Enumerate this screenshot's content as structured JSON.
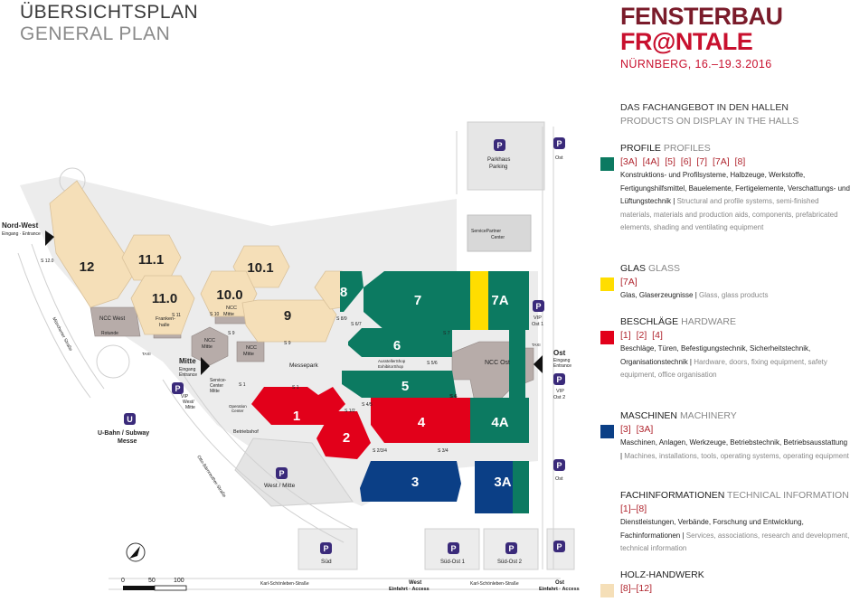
{
  "header": {
    "title_de": "ÜBERSICHTSPLAN",
    "title_en": "GENERAL PLAN"
  },
  "brand": {
    "line1": "FENSTERBAU",
    "line2": "FR@NTALE",
    "subline": "NÜRNBERG, 16.–19.3.2016"
  },
  "legend": {
    "heading_de": "DAS FACHANGEBOT IN DEN HALLEN",
    "heading_en": "PRODUCTS ON DISPLAY IN THE HALLS",
    "categories": [
      {
        "title_de": "PROFILE",
        "title_en": "PROFILES",
        "halls": "[3A] [4A] [5] [6] [7] [7A] [8]",
        "color": "#0c7a61",
        "desc_de": "Konstruktions- und Profilsysteme, Halbzeuge, Werkstoffe, Fertigungshilfsmittel, Bauelemente, Fertigelemente, Verschattungs- und Lüftungstechnik |",
        "desc_en": " Structural and profile systems, semi-finished materials, materials and production aids, components, prefabricated elements, shading and ventilating equipment"
      },
      {
        "title_de": "GLAS",
        "title_en": "GLASS",
        "halls": "[7A]",
        "color": "#ffdd00",
        "desc_de": "Glas, Glaserzeugnisse |",
        "desc_en": " Glass, glass products"
      },
      {
        "title_de": "BESCHLÄGE",
        "title_en": "HARDWARE",
        "halls": "[1] [2] [4]",
        "color": "#e2001a",
        "desc_de": "Beschläge, Türen, Befestigungstechnik, Sicherheitstechnik, Organisationstechnik |",
        "desc_en": " Hardware, doors, fixing equipment, safety equipment, office organisation"
      },
      {
        "title_de": "MASCHINEN",
        "title_en": "MACHINERY",
        "halls": "[3] [3A]",
        "color": "#0b3f86",
        "desc_de": "Maschinen, Anlagen, Werkzeuge, Betriebstechnik, Betriebsausstattung |",
        "desc_en": " Machines, installations, tools, operating systems, operating equipment"
      },
      {
        "title_de": "FACHINFORMATIONEN",
        "title_en": "TECHNICAL INFORMATION",
        "halls": "[1]–[8]",
        "color": "",
        "desc_de": "Dienstleistungen, Verbände, Forschung und Entwicklung, Fachinformationen |",
        "desc_en": " Services, associations, research and development, technical information"
      },
      {
        "title_de": "HOLZ-HANDWERK",
        "title_en": "",
        "halls": "[8]–[12]",
        "color": "#f5dfb8",
        "desc_de": "",
        "desc_en": ""
      }
    ]
  },
  "colors": {
    "green": "#0c7a61",
    "yellow": "#ffdd00",
    "red": "#e2001a",
    "blue": "#0b3f86",
    "beige": "#f5dfb8",
    "grey_building": "#b7aca9",
    "grey_area": "#e6e6e6",
    "parking_icon": "#3a2a7a"
  },
  "map": {
    "halls": {
      "h1": "1",
      "h2": "2",
      "h3": "3",
      "h3a": "3A",
      "h4": "4",
      "h4a": "4A",
      "h5": "5",
      "h6": "6",
      "h7": "7",
      "h7a": "7A",
      "h8": "8",
      "h9": "9",
      "h10": "10.0",
      "h101": "10.1",
      "h11": "11.0",
      "h111": "11.1",
      "h12": "12"
    },
    "labels": {
      "nord_west": "Nord-West",
      "nord_west_sub": "Eingang · Entrance",
      "mitte": "Mitte",
      "mitte_sub1": "Eingang",
      "mitte_sub2": "Entrance",
      "ost": "Ost",
      "ost_sub1": "Eingang",
      "ost_sub2": "Entrance",
      "ncc_west": "NCC West",
      "rotunde": "Rotunde",
      "franken1": "Franken-",
      "franken2": "halle",
      "ncc_mitte_a1": "NCC",
      "ncc_mitte_a2": "Mitte",
      "ncc_mitte_b1": "NCC",
      "ncc_mitte_b2": "Mitte",
      "ncc_mitte_c1": "NCC",
      "ncc_mitte_c2": "Mitte",
      "ncc_ost": "NCC Ost",
      "service1": "Service-",
      "service2": "Center",
      "service3": "Mitte",
      "operation1": "Operation",
      "operation2": "Center",
      "betriebshof": "Betriebshof",
      "messepark": "Messepark",
      "aussteller1": "AusstellerShop",
      "aussteller2": "ExhibitorShop",
      "taxi1": "TAXI",
      "taxi2": "TAXI",
      "parkhaus1": "Parkhaus",
      "parkhaus2": "Parking",
      "servicepartner1": "ServicePartner",
      "servicepartner2": "Center",
      "vip_ost1_a": "VIP",
      "vip_ost1_b": "Ost 1",
      "vip_ost2_a": "VIP",
      "vip_ost2_b": "Ost 2",
      "vip_west_a": "VIP",
      "vip_west_b": "West/",
      "vip_west_c": "Mitte",
      "west_mitte": "West / Mitte",
      "sued": "Süd",
      "sued_ost1": "Süd-Ost 1",
      "sued_ost2": "Süd-Ost 2",
      "ost_p1": "Ost",
      "ost_p2": "Ost",
      "ubahn1": "U-Bahn / Subway",
      "ubahn2": "Messe",
      "muenchener": "Münchener Straße",
      "otto": "Otto-Bärnreuther-Straße",
      "karl1": "Karl-Schönleben-Straße",
      "karl2": "Karl-Schönleben-Straße",
      "west_einfahrt1": "West",
      "west_einfahrt2": "Einfahrt · Access",
      "ost_einfahrt1": "Ost",
      "ost_einfahrt2": "Einfahrt · Access",
      "p": "P",
      "u": "U"
    },
    "passages": {
      "s12": "S 12.0",
      "s11": "S 11",
      "s10": "S 10",
      "s9": "S 9",
      "s9b": "S 9",
      "s89": "S 8/9",
      "s67": "S 6/7",
      "s7": "S 7",
      "s56": "S 5/6",
      "s5": "S 5",
      "s4": "S 4",
      "s45": "S 4/5",
      "s12b": "S 1/2",
      "s1": "S 1",
      "s1m": "S 1",
      "s234": "S 2/3/4",
      "s34": "S 3/4"
    },
    "scale": {
      "zero": "0",
      "fifty": "50",
      "hundred": "100"
    }
  }
}
